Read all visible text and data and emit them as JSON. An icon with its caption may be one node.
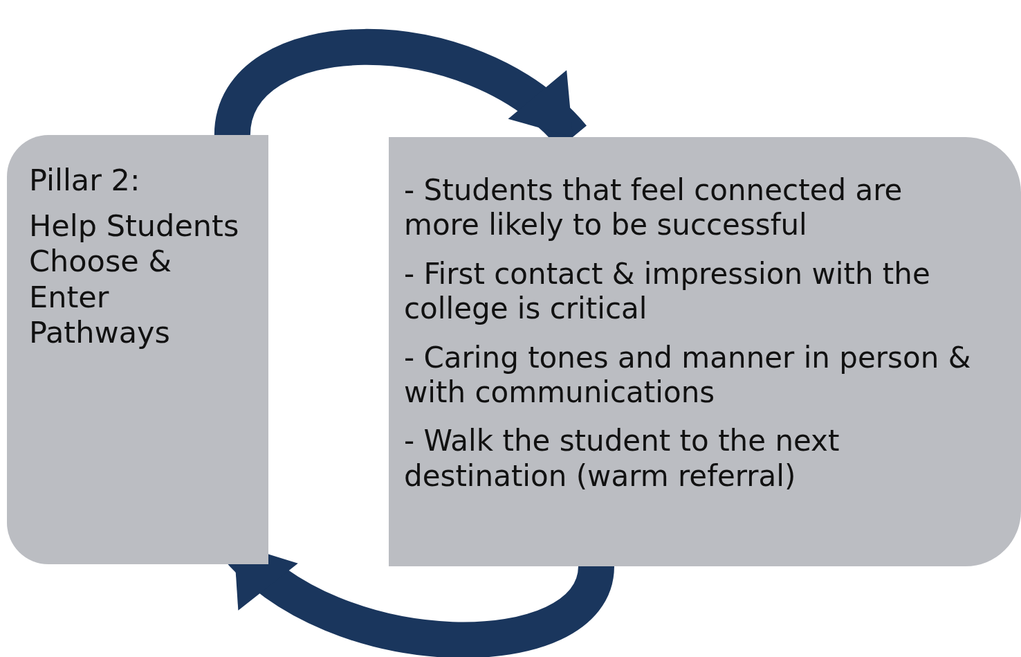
{
  "diagram": {
    "nodes": [
      {
        "text": [
          "Pillar 2:",
          "Help Students Choose & Enter Pathways"
        ]
      },
      {
        "text": [
          "- Students that feel connected are more likely to be successful",
          "- First contact & impression with the college is critical",
          "- Caring tones and manner in person & with communications",
          "- Walk the student to the next destination (warm referral)"
        ]
      }
    ],
    "edges": [
      {
        "from": 0,
        "to": 1,
        "arrow": "to"
      },
      {
        "from": 1,
        "to": 0,
        "arrow": "to"
      }
    ]
  }
}
